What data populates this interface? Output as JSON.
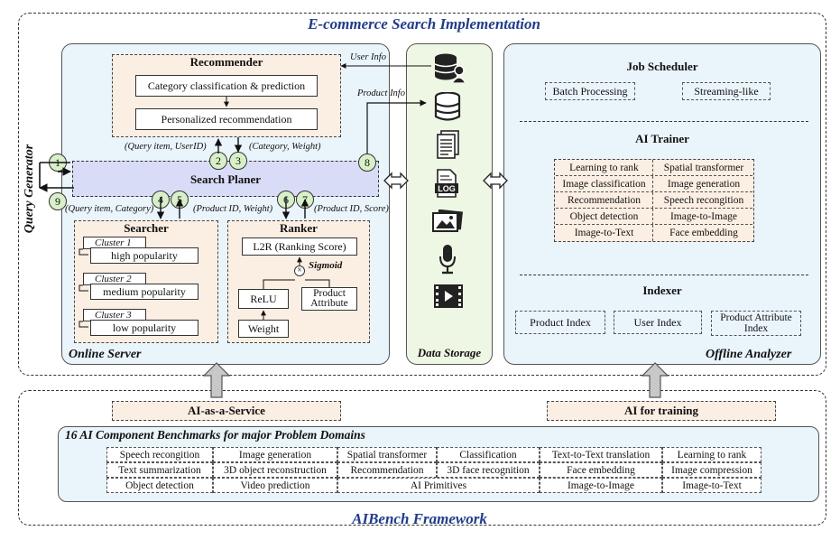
{
  "frame": {
    "title": "E-commerce Search Implementation",
    "query_generator": "Query Generator",
    "footer_title": "AIBench Framework"
  },
  "online_server": {
    "label": "Online Server",
    "recommender": {
      "title": "Recommender",
      "step1": "Category classification & prediction",
      "step2": "Personalized recommendation"
    },
    "search_planer": "Search Planer",
    "flows": {
      "query_user": "(Query item, UserID)",
      "category_weight": "(Category, Weight)",
      "query_category": "(Query item, Category)",
      "product_weight": "(Product ID, Weight)",
      "product_score": "(Product ID, Score)",
      "user_info": "User Info",
      "product_info": "Product Info"
    },
    "searcher": {
      "title": "Searcher",
      "clusters": [
        {
          "name": "Cluster 1",
          "value": "high popularity"
        },
        {
          "name": "Cluster 2",
          "value": "medium popularity"
        },
        {
          "name": "Cluster 3",
          "value": "low popularity"
        }
      ]
    },
    "ranker": {
      "title": "Ranker",
      "l2r": "L2R (Ranking Score)",
      "sigmoid": "Sigmoid",
      "relu": "ReLU",
      "product_attr": "Product Attribute",
      "weight": "Weight"
    },
    "steps": [
      "1",
      "2",
      "3",
      "4",
      "5",
      "6",
      "7",
      "8",
      "9"
    ]
  },
  "data_storage": {
    "label": "Data Storage",
    "icons": [
      "user-database-icon",
      "database-icon",
      "document-icon",
      "log-file-icon",
      "image-icon",
      "microphone-icon",
      "video-icon"
    ],
    "log_text": "LOG"
  },
  "offline_analyzer": {
    "label": "Offline Analyzer",
    "job_scheduler": {
      "title": "Job Scheduler",
      "items": [
        "Batch Processing",
        "Streaming-like"
      ]
    },
    "ai_trainer": {
      "title": "AI Trainer",
      "rows": [
        [
          "Learning to rank",
          "Spatial transformer"
        ],
        [
          "Image classification",
          "Image generation"
        ],
        [
          "Recommendation",
          "Speech recongition"
        ],
        [
          "Object detection",
          "Image-to-Image"
        ],
        [
          "Image-to-Text",
          "Face embedding"
        ]
      ]
    },
    "indexer": {
      "title": "Indexer",
      "items": [
        "Product Index",
        "User Index",
        "Product Attribute Index"
      ]
    }
  },
  "bottom": {
    "ai_as_service": "AI-as-a-Service",
    "ai_for_training": "AI for training",
    "benchmarks_title": "16 AI Component Benchmarks for major Problem Domains",
    "row1": [
      "Speech recongition",
      "Image generation",
      "Spatial transformer",
      "Classification",
      "Text-to-Text translation",
      "Learning to rank"
    ],
    "row2": [
      "Text summarization",
      "3D object reconstruction",
      "Recommendation",
      "3D face recognition",
      "Face embedding",
      "Image compression"
    ],
    "row3": [
      "Object detection",
      "Video prediction",
      "AI Primitives",
      "Image-to-Image",
      "Image-to-Text"
    ]
  },
  "colors": {
    "panel_blue": "#eaf4fb",
    "storage_green": "#eef7e3",
    "planer_purple": "#d9dcf7",
    "orange_fill": "#fbeee2",
    "circle_green": "#d8f0c8",
    "title_blue": "#1f3a93"
  }
}
